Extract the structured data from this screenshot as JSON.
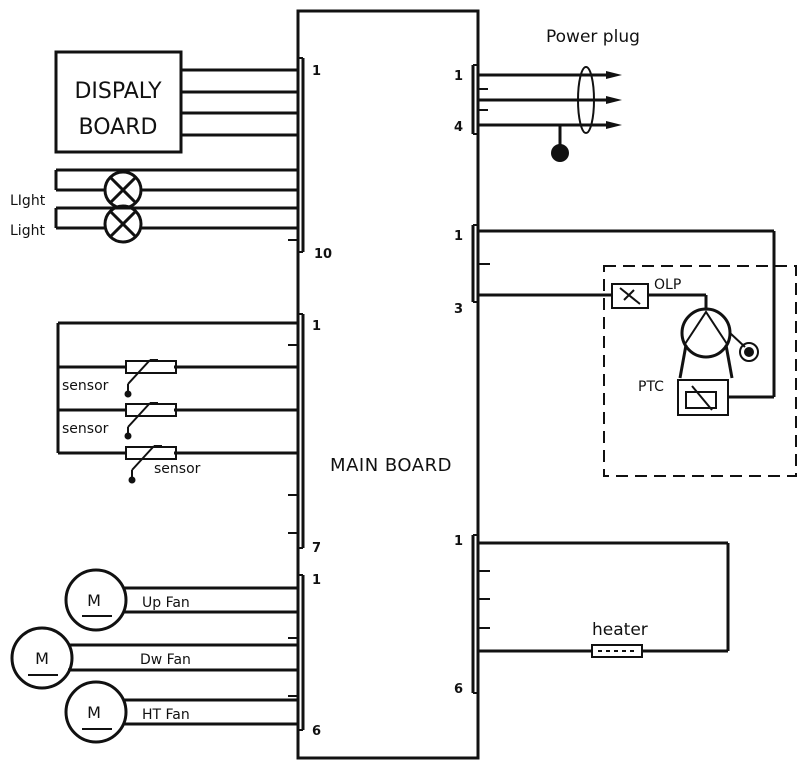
{
  "main_board": {
    "label": "MAIN BOARD"
  },
  "display_board": {
    "line1": "DISPALY",
    "line2": "BOARD"
  },
  "connectors": {
    "c1": {
      "start": "1",
      "end": "10"
    },
    "c2": {
      "start": "1",
      "end": "7"
    },
    "c3": {
      "start": "1",
      "end": "6"
    },
    "r1": {
      "start": "1",
      "end": "4"
    },
    "r2": {
      "start": "1",
      "end": "3"
    },
    "r3": {
      "start": "1",
      "end": "6"
    }
  },
  "lights": [
    {
      "label": "LIght"
    },
    {
      "label": "Light"
    }
  ],
  "sensors": [
    {
      "label": "sensor"
    },
    {
      "label": "sensor"
    },
    {
      "label": "sensor"
    }
  ],
  "motors": [
    {
      "symbol": "M",
      "label": "Up Fan"
    },
    {
      "symbol": "M",
      "label": "Dw Fan"
    },
    {
      "symbol": "M",
      "label": "HT Fan"
    }
  ],
  "power_plug": {
    "label": "Power plug"
  },
  "compressor": {
    "olp_label": "OLP",
    "ptc_label": "PTC"
  },
  "heater": {
    "label": "heater"
  }
}
